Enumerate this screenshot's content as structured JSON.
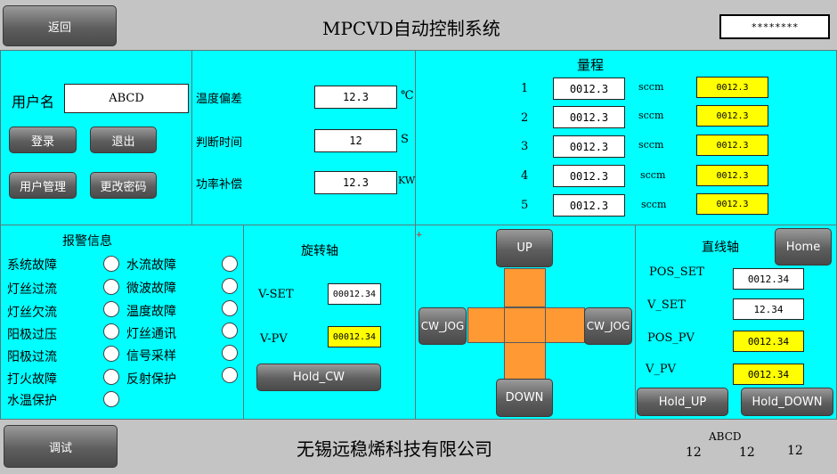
{
  "header": {
    "back_label": "返回",
    "title": "MPCVD自动控制系统",
    "password": "********"
  },
  "login": {
    "user_label": "用户名",
    "user_value": "ABCD",
    "login_label": "登录",
    "logout_label": "退出",
    "user_mgmt_label": "用户管理",
    "change_pwd_label": "更改密码"
  },
  "params": {
    "temp_dev_label": "温度偏差",
    "temp_dev_value": "12.3",
    "temp_unit": "℃",
    "judge_time_label": "判断时间",
    "judge_time_value": "12",
    "time_unit": "S",
    "power_comp_label": "功率补偿",
    "power_comp_value": "12.3",
    "power_unit": "KW"
  },
  "range": {
    "title": "量程",
    "rows": [
      {
        "index": "1",
        "value": "0012.3",
        "unit": "sccm",
        "pv": "0012.3"
      },
      {
        "index": "2",
        "value": "0012.3",
        "unit": "sccm",
        "pv": "0012.3"
      },
      {
        "index": "3",
        "value": "0012.3",
        "unit": "sccm",
        "pv": "0012.3"
      },
      {
        "index": "4",
        "value": "0012.3",
        "unit": "sccm",
        "pv": "0012.3"
      },
      {
        "index": "5",
        "value": "0012.3",
        "unit": "sccm",
        "pv": "0012.3"
      }
    ]
  },
  "alarms": {
    "title": "报警信息",
    "left": [
      "系统故障",
      "灯丝过流",
      "灯丝欠流",
      "阳极过压",
      "阳极过流",
      "打火故障",
      "水温保护"
    ],
    "right": [
      "水流故障",
      "微波故障",
      "温度故障",
      "灯丝通讯",
      "信号采样",
      "反射保护"
    ]
  },
  "rotary": {
    "title": "旋转轴",
    "vset_label": "V-SET",
    "vset_value": "00012.34",
    "vpv_label": "V-PV",
    "vpv_value": "00012.34",
    "hold_label": "Hold_CW"
  },
  "jog": {
    "up_label": "UP",
    "down_label": "DOWN",
    "left_label": "CW_JOG",
    "right_label": "CW_JOG"
  },
  "linear": {
    "title": "直线轴",
    "home_label": "Home",
    "pos_set_label": "POS_SET",
    "pos_set_value": "0012.34",
    "v_set_label": "V_SET",
    "v_set_value": "12.34",
    "pos_pv_label": "POS_PV",
    "pos_pv_value": "0012.34",
    "v_pv_label": "V_PV",
    "v_pv_value": "0012.34",
    "hold_up_label": "Hold_UP",
    "hold_down_label": "Hold_DOWN"
  },
  "footer": {
    "debug_label": "调试",
    "company": "无锡远稳烯科技有限公司",
    "user": "ABCD",
    "n1": "12",
    "n2": "12",
    "n3": "12"
  }
}
